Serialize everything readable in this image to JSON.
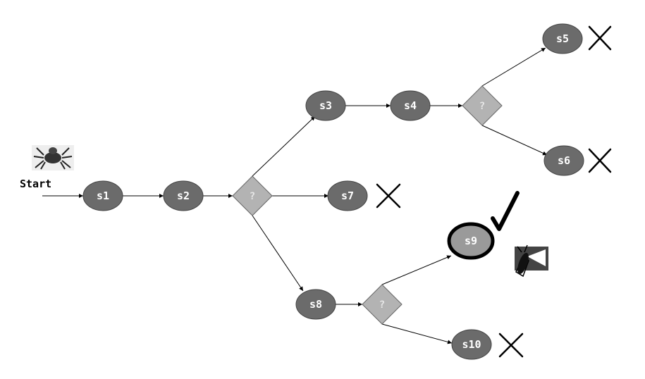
{
  "start_label": "Start",
  "states": {
    "s1": "s1",
    "s2": "s2",
    "s3": "s3",
    "s4": "s4",
    "s5": "s5",
    "s6": "s6",
    "s7": "s7",
    "s8": "s8",
    "s9": "s9",
    "s10": "s10"
  },
  "decision_label": "?",
  "icons": {
    "start": "spider-icon",
    "goal": "bug-icon",
    "fail": "cross-icon",
    "success": "checkmark-icon"
  },
  "colors": {
    "state_fill": "#6b6b6b",
    "decision_fill": "#b3b3b3",
    "goal_fill": "#9a9a9a",
    "line": "#000000"
  }
}
